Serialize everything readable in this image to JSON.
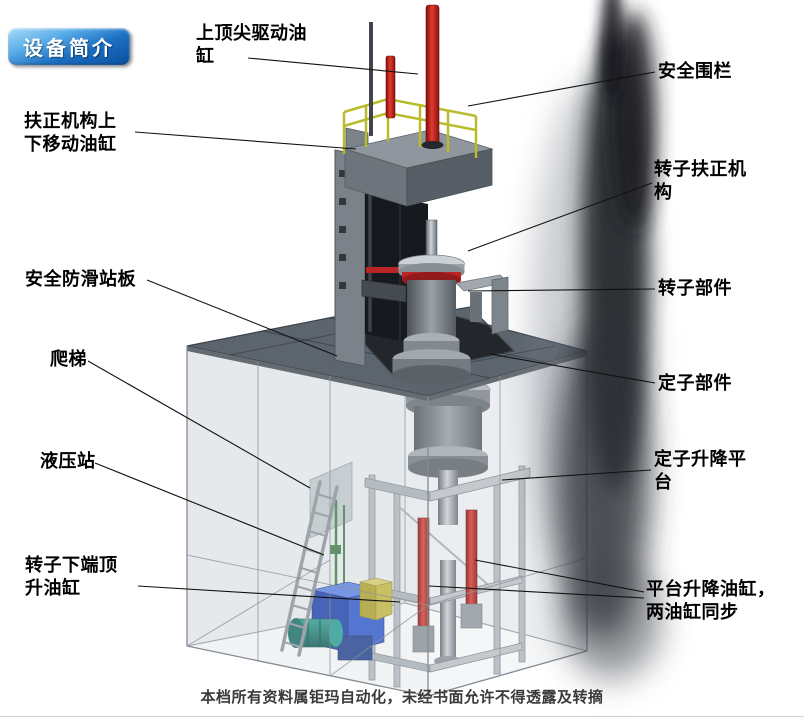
{
  "badge": {
    "label": "设备简介"
  },
  "labels": {
    "top_tip_cylinder": {
      "text": "上顶尖驱动油\n缸"
    },
    "safety_fence": {
      "text": "安全围栏"
    },
    "centering_lift_cylinder": {
      "text": "扶正机构上\n下移动油缸"
    },
    "rotor_centering_mech": {
      "text": "转子扶正机\n构"
    },
    "antislip_platform": {
      "text": "安全防滑站板"
    },
    "rotor_component": {
      "text": "转子部件"
    },
    "ladder": {
      "text": "爬梯"
    },
    "stator_component": {
      "text": "定子部件"
    },
    "hydraulic_station": {
      "text": "液压站"
    },
    "stator_lift_platform": {
      "text": "定子升降平\n台"
    },
    "rotor_bottom_jack_cylinder": {
      "text": "转子下端顶\n升油缸"
    },
    "platform_lift_cylinders": {
      "text": "平台升降油缸，\n两油缸同步"
    }
  },
  "footer": {
    "text": "本档所有资料属钜玛自动化，未经书面允许不得透露及转摘"
  },
  "colors": {
    "badge_blue": "#1b6ec2",
    "cylinder_red": "#c01818",
    "railing_yellow": "#b9bc2a",
    "hydraulic_blue": "#1c3fae",
    "plate_gray": "#5c646e"
  }
}
